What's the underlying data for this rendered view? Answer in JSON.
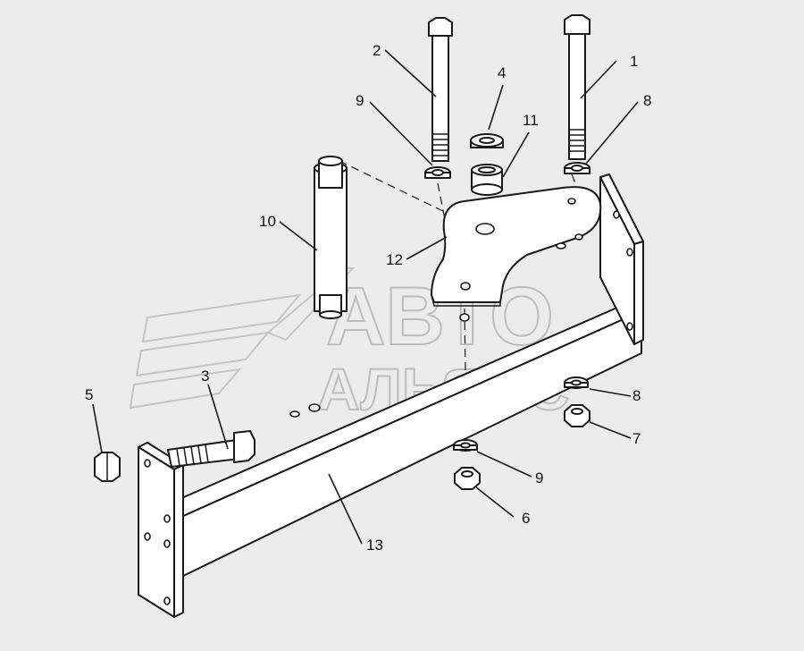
{
  "watermark": {
    "line1": "АВТО",
    "line2": "АЛЬЯНС"
  },
  "callouts": [
    {
      "id": "c1",
      "label": "1"
    },
    {
      "id": "c2",
      "label": "2"
    },
    {
      "id": "c3",
      "label": "3"
    },
    {
      "id": "c4",
      "label": "4"
    },
    {
      "id": "c5",
      "label": "5"
    },
    {
      "id": "c6",
      "label": "6"
    },
    {
      "id": "c7",
      "label": "7"
    },
    {
      "id": "c8a",
      "label": "8"
    },
    {
      "id": "c8b",
      "label": "8"
    },
    {
      "id": "c9a",
      "label": "9"
    },
    {
      "id": "c9b",
      "label": "9"
    },
    {
      "id": "c10",
      "label": "10"
    },
    {
      "id": "c11",
      "label": "11"
    },
    {
      "id": "c12",
      "label": "12"
    },
    {
      "id": "c13",
      "label": "13"
    }
  ]
}
